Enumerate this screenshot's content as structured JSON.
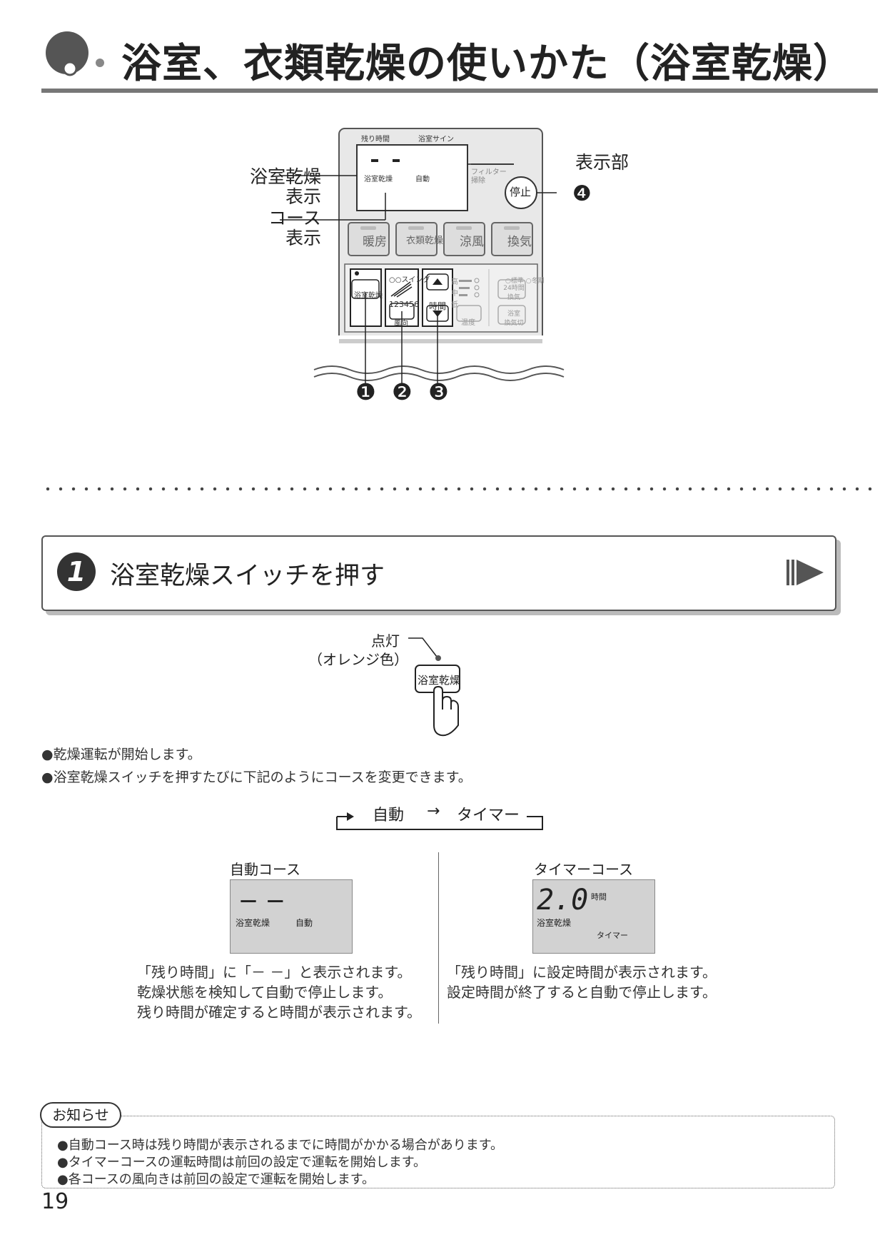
{
  "title": "浴室、衣類乾燥の使いかた（浴室乾燥）",
  "remote": {
    "lcd_top_left": "残り時間",
    "lcd_top_right": "浴室サイン",
    "lcd_dashes": "－ －",
    "lcd_mode": "浴室乾燥",
    "lcd_course": "自動",
    "filter_label_1": "フィルター",
    "filter_label_2": "掃除",
    "stop_button": "停止",
    "mode_buttons": [
      "暖房",
      "衣類乾燥",
      "涼風",
      "換気"
    ],
    "bath_dry_button": "浴室乾燥",
    "swing_label": "○○スイング",
    "swing_numbers": "123456",
    "wind_button": "風向",
    "time_label": "時間",
    "levels": [
      "高",
      "中",
      "低"
    ],
    "temp_button": "温度",
    "std_label": "○標準 ○冬期",
    "vent24_button": "24時間\n換気",
    "bath_vent_off_button": "浴室\n換気切"
  },
  "callouts": {
    "bath_dry_display_1": "浴室乾燥",
    "bath_dry_display_2": "表示",
    "course_display_1": "コース",
    "course_display_2": "表示",
    "display_part": "表示部",
    "num1": "❶",
    "num2": "❷",
    "num3": "❸",
    "num4": "❹"
  },
  "step": {
    "number": "1",
    "text": "浴室乾燥スイッチを押す"
  },
  "lamp": {
    "label_1": "点灯",
    "label_2": "（オレンジ色）",
    "button": "浴室乾燥"
  },
  "bullets": [
    "●乾燥運転が開始します。",
    "●浴室乾燥スイッチを押すたびに下記のようにコースを変更できます。"
  ],
  "cycle": {
    "item1": "自動",
    "arrow": "→",
    "item2": "タイマー"
  },
  "auto_course": {
    "title": "自動コース",
    "dashes": "－ －",
    "mode": "浴室乾燥",
    "course": "自動",
    "desc": [
      "「残り時間」に「－ －」と表示されます。",
      "乾燥状態を検知して自動で停止します。",
      "残り時間が確定すると時間が表示されます。"
    ]
  },
  "timer_course": {
    "title": "タイマーコース",
    "digits": "2.0",
    "unit": "時間",
    "mode": "浴室乾燥",
    "course": "タイマー",
    "desc": [
      "「残り時間」に設定時間が表示されます。",
      "設定時間が終了すると自動で停止します。"
    ]
  },
  "notice": {
    "tag": "お知らせ",
    "lines": [
      "●自動コース時は残り時間が表示されるまでに時間がかかる場合があります。",
      "●タイマーコースの運転時間は前回の設定で運転を開始します。",
      "●各コースの風向きは前回の設定で運転を開始します。"
    ]
  },
  "page_number": "19"
}
